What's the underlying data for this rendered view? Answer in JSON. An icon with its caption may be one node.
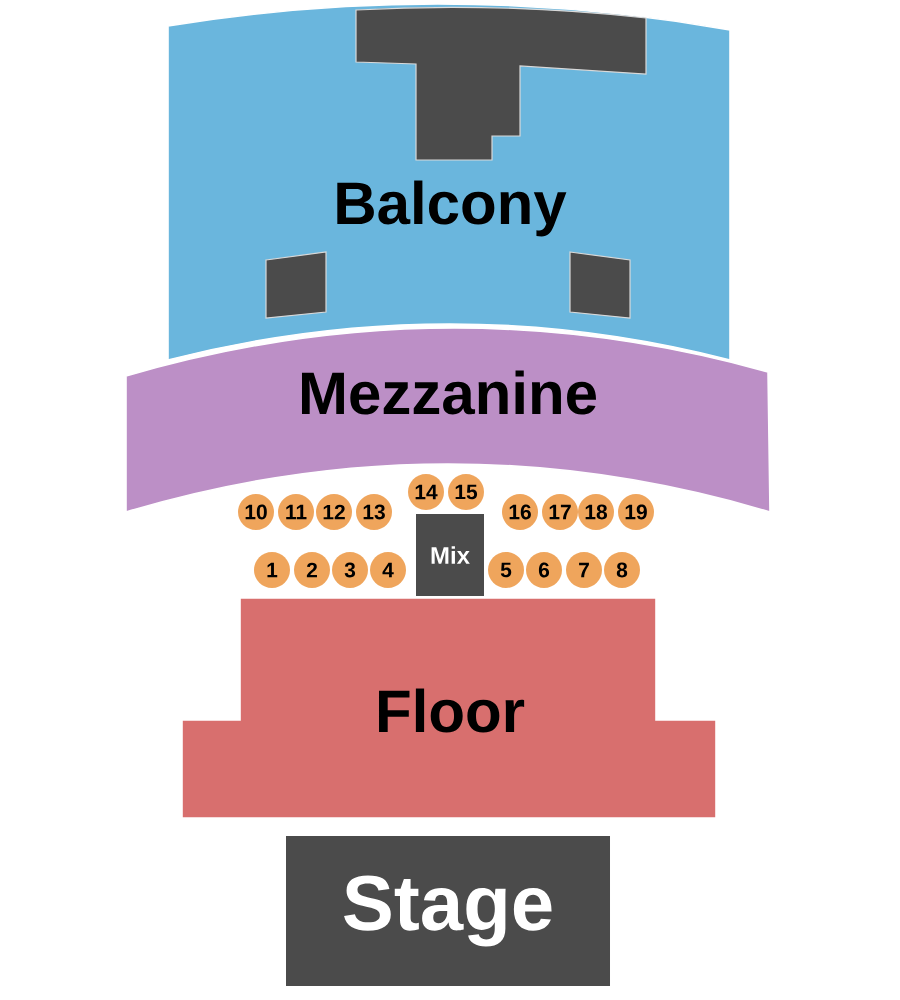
{
  "diagram": {
    "nodes": [
      {
        "text": [
          "Balcony"
        ]
      },
      {
        "text": [],
        "shape": "box",
        "in": 0
      },
      {
        "text": [],
        "shape": "box",
        "in": 0
      },
      {
        "text": [],
        "shape": "box",
        "in": 0
      },
      {
        "text": [
          "Mezzanine"
        ]
      },
      {
        "text": [
          "10"
        ]
      },
      {
        "text": [
          "11"
        ]
      },
      {
        "text": [
          "12"
        ]
      },
      {
        "text": [
          "13"
        ]
      },
      {
        "text": [
          "14"
        ]
      },
      {
        "text": [
          "15"
        ]
      },
      {
        "text": [
          "16"
        ]
      },
      {
        "text": [
          "17"
        ]
      },
      {
        "text": [
          "18"
        ]
      },
      {
        "text": [
          "19"
        ]
      },
      {
        "text": [
          "1"
        ]
      },
      {
        "text": [
          "2"
        ]
      },
      {
        "text": [
          "3"
        ]
      },
      {
        "text": [
          "4"
        ]
      },
      {
        "text": [
          "Mix"
        ]
      },
      {
        "text": [
          "5"
        ]
      },
      {
        "text": [
          "6"
        ]
      },
      {
        "text": [
          "7"
        ]
      },
      {
        "text": [
          "8"
        ]
      },
      {
        "text": [
          "Floor"
        ]
      },
      {
        "text": [
          "Stage"
        ]
      }
    ]
  }
}
